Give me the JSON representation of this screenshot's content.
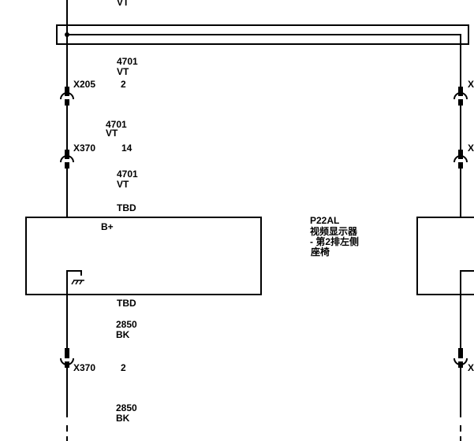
{
  "diagram": {
    "top_wire_label": "VT",
    "wires": [
      {
        "number": "4701",
        "color": "VT"
      },
      {
        "number": "4701",
        "color": "VT"
      },
      {
        "number": "4701",
        "color": "VT"
      },
      {
        "number": "2850",
        "color": "BK"
      },
      {
        "number": "2850",
        "color": "BK"
      }
    ],
    "connectors": [
      {
        "name": "X205",
        "pin": "2"
      },
      {
        "name": "X370",
        "pin": "14"
      },
      {
        "name": "X370",
        "pin": "2"
      }
    ],
    "right_connectors": [
      "X",
      "X",
      "X"
    ],
    "module": {
      "pin_top": "TBD",
      "pin_bottom": "TBD",
      "power_label": "B+",
      "id": "P22AL",
      "name_lines": [
        "视频显示器",
        "- 第2排左侧",
        "座椅"
      ]
    }
  }
}
